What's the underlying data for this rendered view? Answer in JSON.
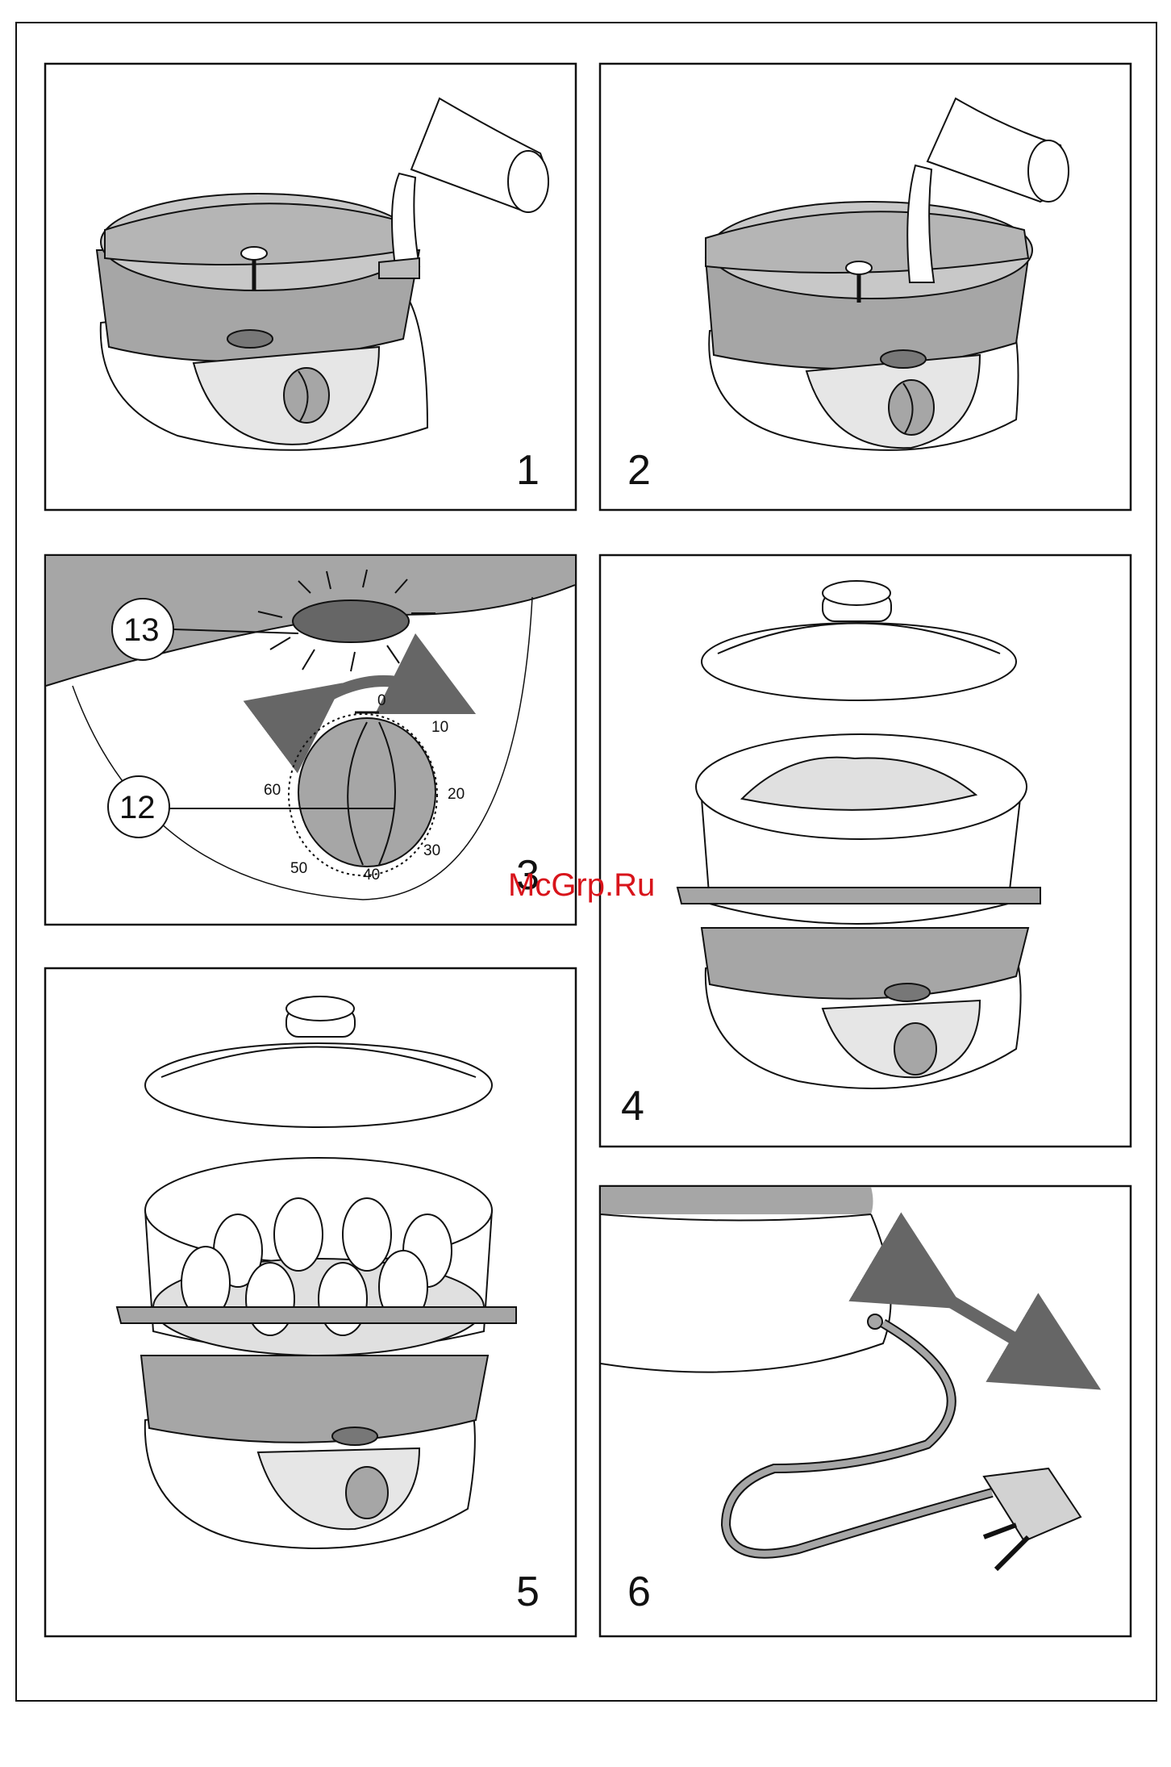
{
  "panels": [
    {
      "number": "1"
    },
    {
      "number": "2"
    },
    {
      "number": "3"
    },
    {
      "number": "4"
    },
    {
      "number": "5"
    },
    {
      "number": "6"
    }
  ],
  "callouts": {
    "indicator_light": "13",
    "timer_knob": "12"
  },
  "dial_ticks": [
    "0",
    "10",
    "20",
    "30",
    "40",
    "50",
    "60"
  ],
  "watermark": "McGrp.Ru",
  "colors": {
    "line": "#111111",
    "gray": "#a6a6a6",
    "light": "#d2d2d2",
    "dark": "#666666",
    "watermark": "#d8141b"
  }
}
